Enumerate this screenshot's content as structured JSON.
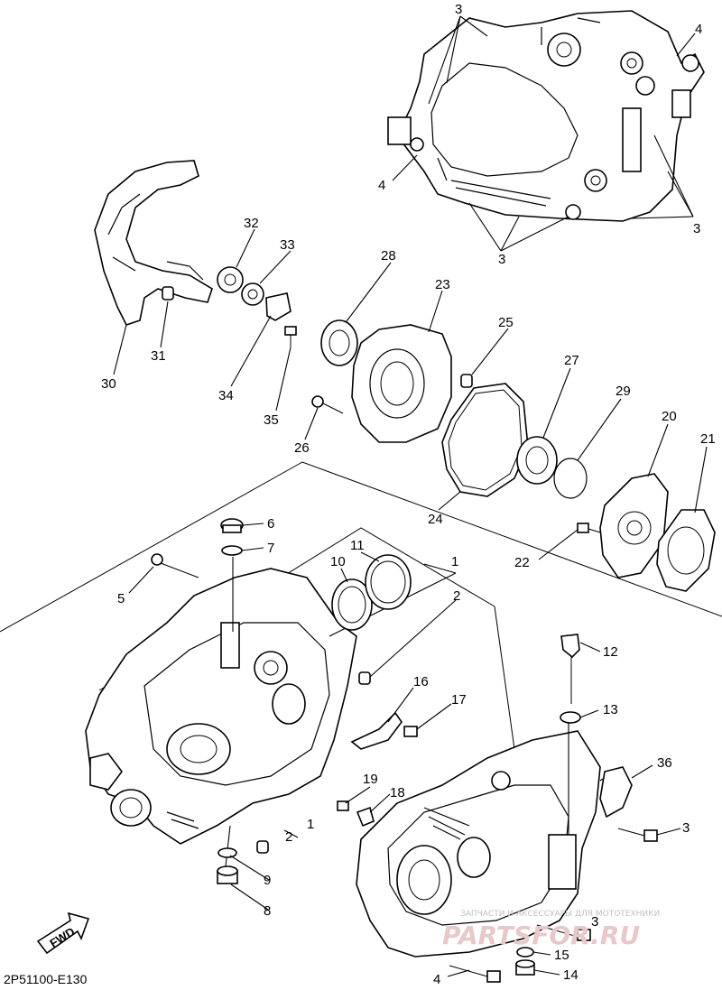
{
  "diagram": {
    "code": "2P51100-E130",
    "direction_label": "FWD",
    "watermark": {
      "line1": "ЗАПЧАСТИ И АКСЕССУАРЫ ДЛЯ МОТОТЕХНИКИ",
      "line2": "PARTSFOR.RU"
    },
    "callouts": [
      {
        "id": "c3a",
        "text": "3"
      },
      {
        "id": "c4a",
        "text": "4"
      },
      {
        "id": "c4b",
        "text": "4"
      },
      {
        "id": "c3b",
        "text": "3"
      },
      {
        "id": "c3c",
        "text": "3"
      },
      {
        "id": "c32",
        "text": "32"
      },
      {
        "id": "c33",
        "text": "33"
      },
      {
        "id": "c28",
        "text": "28"
      },
      {
        "id": "c23",
        "text": "23"
      },
      {
        "id": "c25",
        "text": "25"
      },
      {
        "id": "c31",
        "text": "31"
      },
      {
        "id": "c30",
        "text": "30"
      },
      {
        "id": "c34",
        "text": "34"
      },
      {
        "id": "c35",
        "text": "35"
      },
      {
        "id": "c26",
        "text": "26"
      },
      {
        "id": "c27",
        "text": "27"
      },
      {
        "id": "c29",
        "text": "29"
      },
      {
        "id": "c20",
        "text": "20"
      },
      {
        "id": "c21",
        "text": "21"
      },
      {
        "id": "c24",
        "text": "24"
      },
      {
        "id": "c22",
        "text": "22"
      },
      {
        "id": "c6",
        "text": "6"
      },
      {
        "id": "c7",
        "text": "7"
      },
      {
        "id": "c5",
        "text": "5"
      },
      {
        "id": "c11",
        "text": "11"
      },
      {
        "id": "c10",
        "text": "10"
      },
      {
        "id": "c1a",
        "text": "1"
      },
      {
        "id": "c2a",
        "text": "2"
      },
      {
        "id": "c12",
        "text": "12"
      },
      {
        "id": "c13",
        "text": "13"
      },
      {
        "id": "c16",
        "text": "16"
      },
      {
        "id": "c17",
        "text": "17"
      },
      {
        "id": "c36",
        "text": "36"
      },
      {
        "id": "c19",
        "text": "19"
      },
      {
        "id": "c18",
        "text": "18"
      },
      {
        "id": "c1b",
        "text": "1"
      },
      {
        "id": "c2b",
        "text": "2"
      },
      {
        "id": "c3d",
        "text": "3"
      },
      {
        "id": "c9",
        "text": "9"
      },
      {
        "id": "c8",
        "text": "8"
      },
      {
        "id": "c3e",
        "text": "3"
      },
      {
        "id": "c15",
        "text": "15"
      },
      {
        "id": "c14",
        "text": "14"
      },
      {
        "id": "c4c",
        "text": "4"
      }
    ]
  }
}
